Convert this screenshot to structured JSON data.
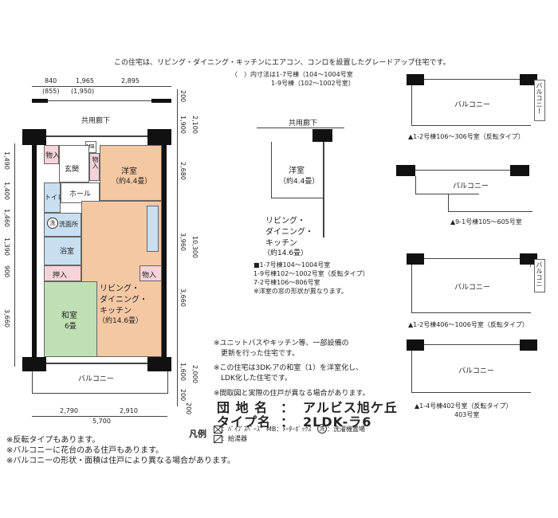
{
  "header_note": "この住宅は、リビング・ダイニング・キッチンにエアコン、コンロを設置したグレードアップ住宅です。",
  "dim_note": {
    "line1": "〈　〉内寸法は1-7号棟（104～1004号室",
    "line2": "1-9号棟（102～1002号室）"
  },
  "top_dims": {
    "d1": "840",
    "d1b": "(855)",
    "d2": "1,965",
    "d2b": "(1,950)",
    "d3": "2,895"
  },
  "right_dims": [
    "200",
    "1,900",
    "2,100",
    "2,680",
    "3,960",
    "10,300",
    "3,660",
    "1,600",
    "2,000",
    "200"
  ],
  "left_dims": [
    "1,490",
    "1,400",
    "1,460",
    "1,390",
    "900",
    "3,660"
  ],
  "bottom_dims": {
    "b1": "2,790",
    "b2": "2,910",
    "total": "5,700",
    "b0": "200"
  },
  "corridor_label": "共用廊下",
  "balcony_label": "バルコニー",
  "rooms": {
    "mono1": "物入",
    "mb": "MB",
    "mono2": "物入",
    "genkan": "玄関",
    "yoshitsu": "洋室",
    "yoshitsu_size": "（約4.4畳）",
    "toilet": "トイレ",
    "hall": "ホール",
    "wash_icon": "洗",
    "senmenjo": "洗面所",
    "yokushitsu": "浴室",
    "oshiire": "押入",
    "mono3": "物入",
    "ldk_1": "リビング・",
    "ldk_2": "ダイニング・",
    "ldk_3": "キッチン",
    "ldk_size": "（約14.6畳）",
    "washitsu": "和室",
    "washitsu_size": "6畳"
  },
  "alt_plan": {
    "corridor": "共用廊下",
    "yoshitsu": "洋室",
    "yoshitsu_size": "（約4.4畳）",
    "ldk_1": "リビング・",
    "ldk_2": "ダイニング・",
    "ldk_3": "キッチン",
    "ldk_size": "（約14.6畳）",
    "notes": [
      "■1-7号棟104～1004号室",
      "1-9号棟102～1002号室（反転タイプ）",
      "7-2号棟106～806号室",
      "※洋室の窓の形状が異なります。"
    ]
  },
  "balcony_variants": [
    {
      "label": "バルコニー",
      "side": "バルコニー",
      "caption": "▲1-2号棟106～306号室（反転タイプ）"
    },
    {
      "label": "バルコニー",
      "caption": "▲9-1号棟105～605号室"
    },
    {
      "label": "バルコニー",
      "side": "バルコニー",
      "caption": "▲1-2号棟406～1006号室（反転タイプ）"
    },
    {
      "label": "バルコニー",
      "caption": "▲1-4号棟402号室（反転タイプ）",
      "caption2": "403号室"
    }
  ],
  "notes_middle": [
    "※ユニットバスやキッチン等、一部設備の",
    "　更新を行った住宅です。",
    "※この住宅は3DK-アの和室（1）を洋室化し、",
    "　LDK化した住宅です。",
    "※間取図と実際の住戸が異なる場合があります。"
  ],
  "property": {
    "name_label": "団 地 名",
    "name_colon": "：",
    "name_value": "アルビス旭ケ丘",
    "type_label": "タイプ名",
    "type_colon": "：",
    "type_value": "2LDK-ラ6"
  },
  "legend": {
    "title": "凡例",
    "item1": "：ﾊﾟｲﾌﾟｽﾍﾟｰｽ",
    "item2": "MB：ﾒｰﾀｰﾎﾞｯｸｽ",
    "item3_icon": "洗",
    "item3": "：洗濯機置場",
    "item4": "：給湯器"
  },
  "footer_notes": [
    "※反転タイプもあります。",
    "※バルコニーに花台のある住戸もあります。",
    "※バルコニーの形状・面積は住戸により異なる場合があります。"
  ]
}
